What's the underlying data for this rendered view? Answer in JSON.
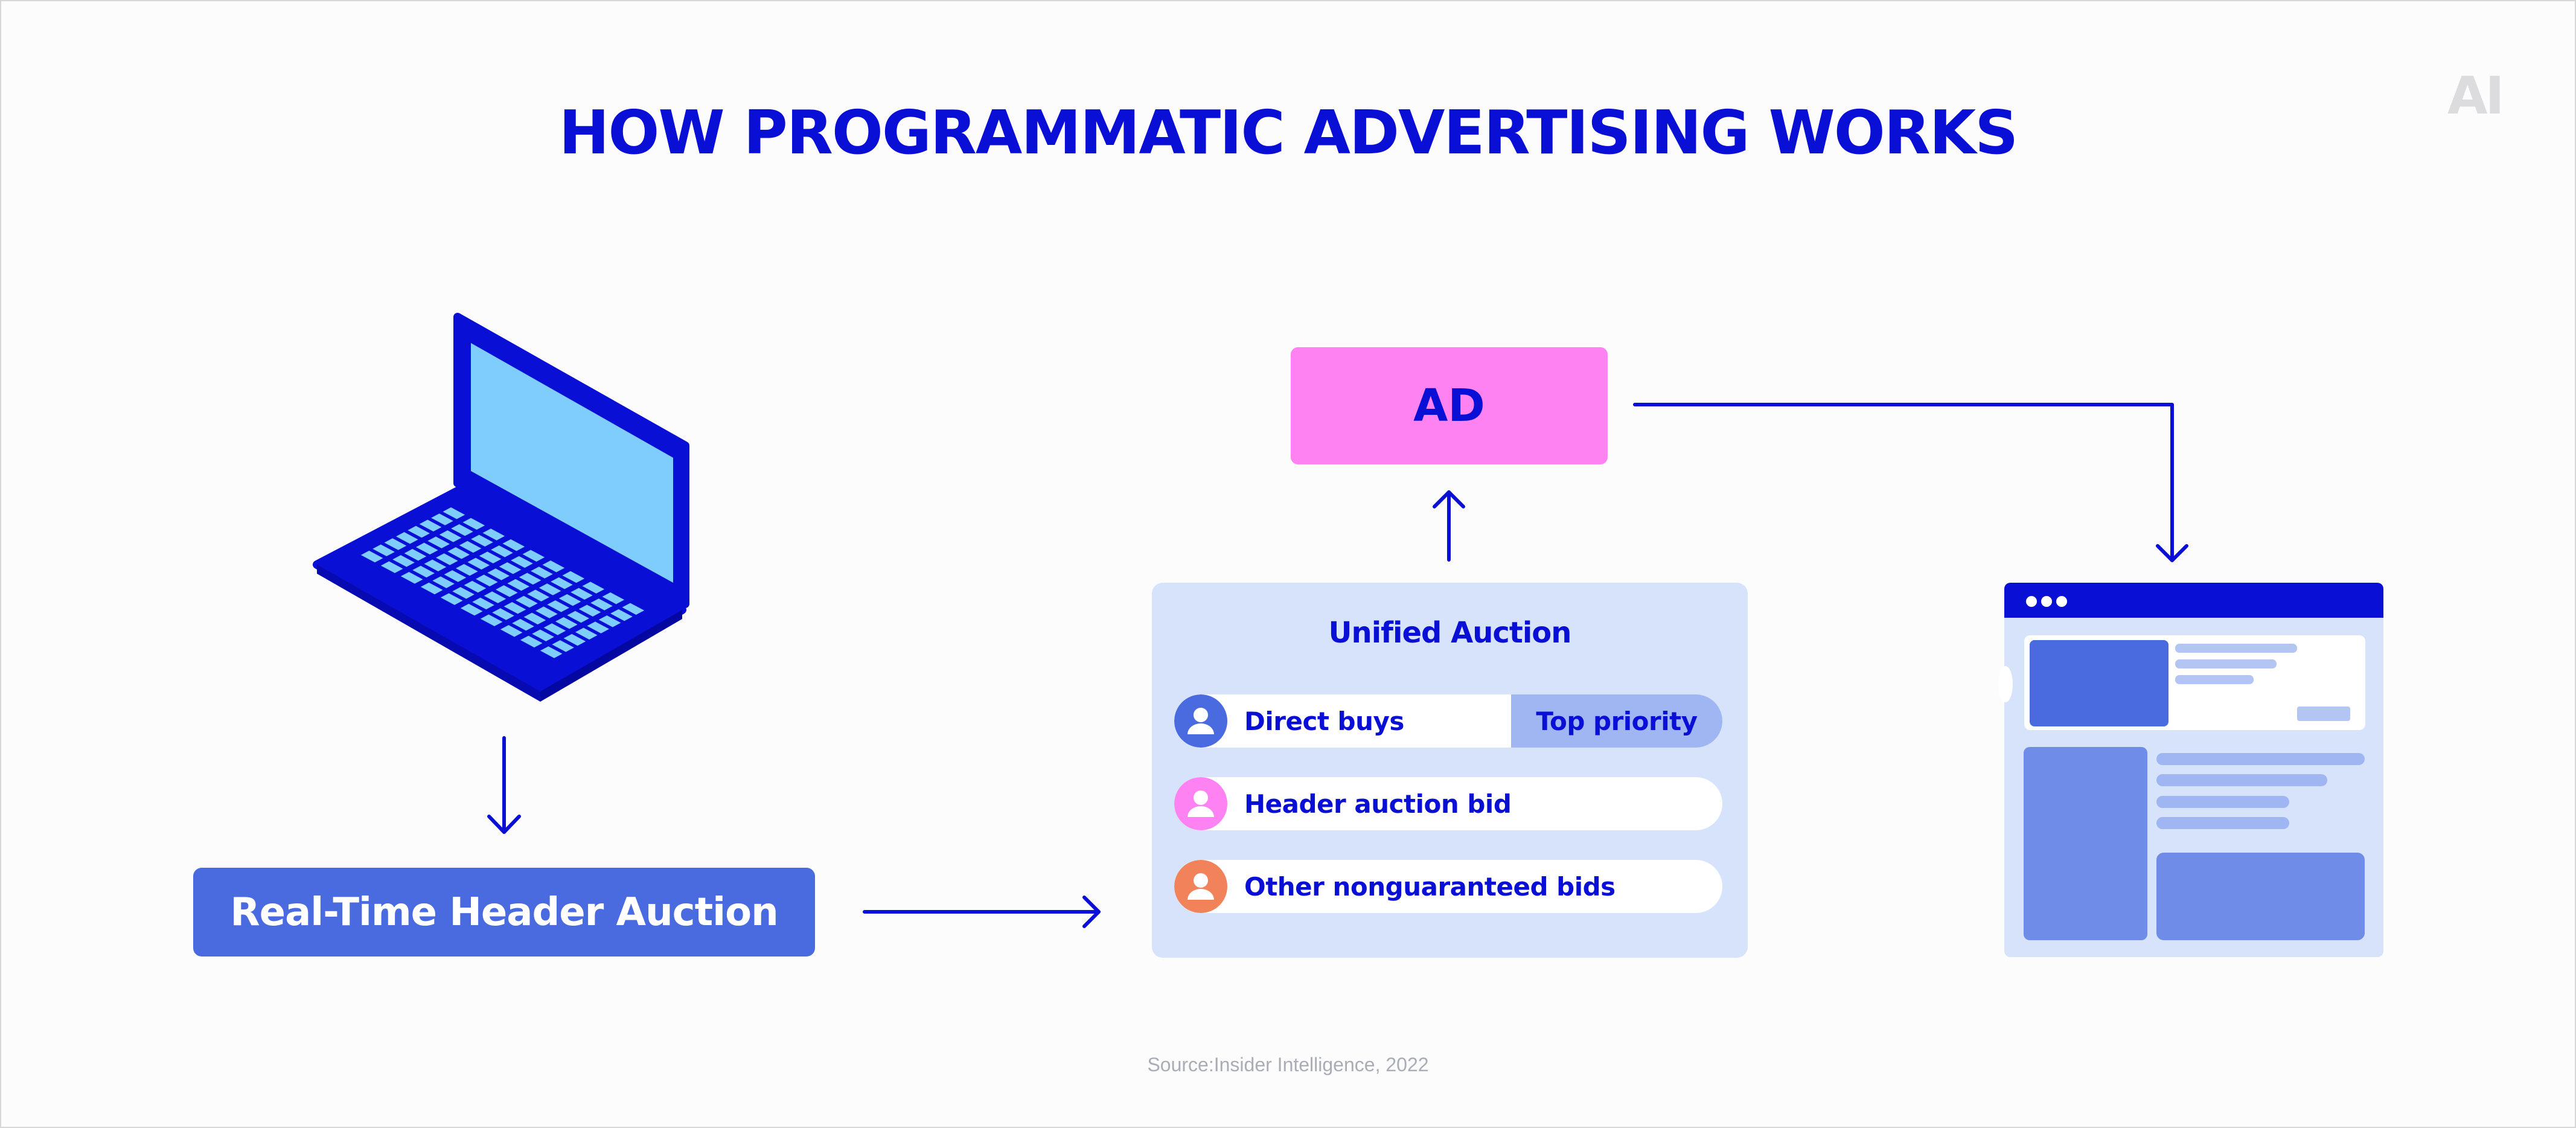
{
  "header": {
    "title": "HOW PROGRAMMATIC ADVERTISING WORKS",
    "logo_text": "AI"
  },
  "devices": {
    "laptop": "laptop-icon",
    "webpage": "browser-webpage-icon"
  },
  "nodes": {
    "rtha_label": "Real-Time Header Auction",
    "ad_label": "AD"
  },
  "auction": {
    "title": "Unified Auction",
    "rows": [
      {
        "label": "Direct buys",
        "tag": "Top priority",
        "icon": "user-icon",
        "icon_color": "#4a6be0"
      },
      {
        "label": "Header auction bid",
        "icon": "user-icon",
        "icon_color": "#ff82f2"
      },
      {
        "label": "Other nonguaranteed bids",
        "icon": "user-icon",
        "icon_color": "#f2825a"
      }
    ]
  },
  "footer": {
    "source": "Source:Insider Intelligence, 2022"
  },
  "colors": {
    "primary": "#0a0fd6",
    "accent_blue": "#4a6be0",
    "pink": "#ff82f2",
    "light_panel": "#d6e3fb",
    "screen_blue": "#7ecdfd"
  }
}
